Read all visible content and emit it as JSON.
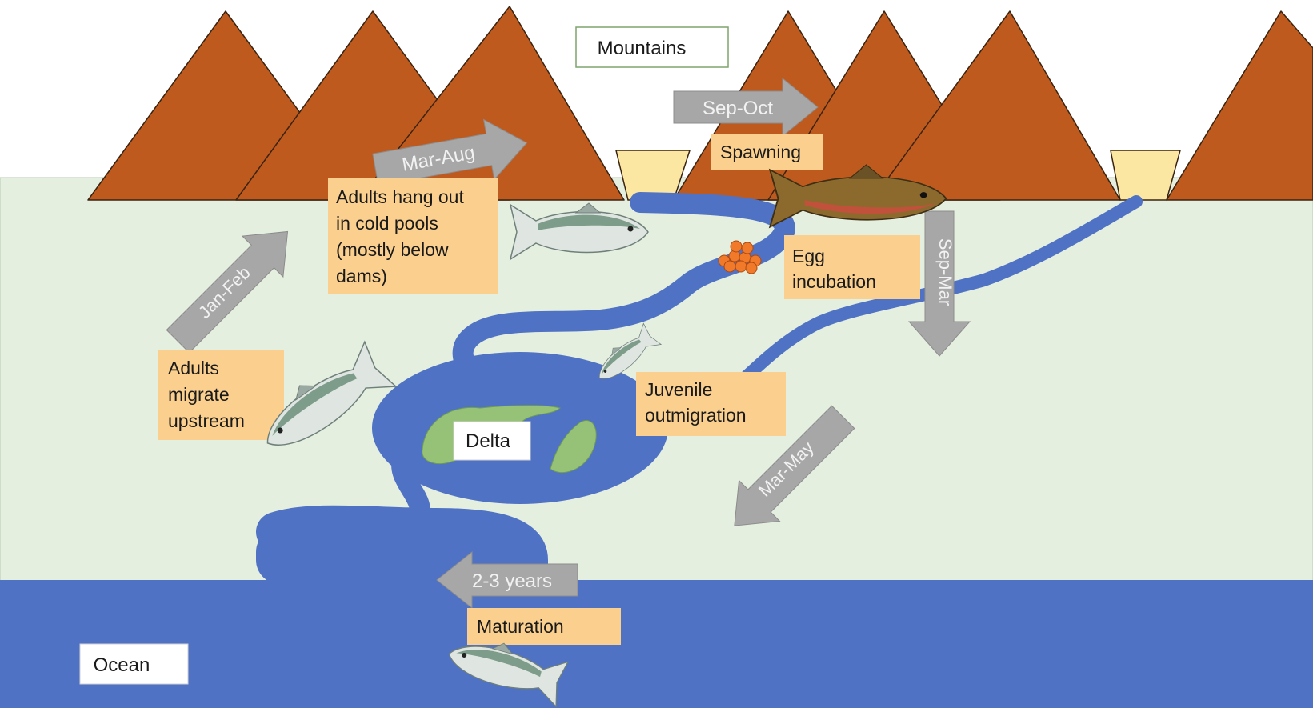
{
  "colors": {
    "mountain": "#bf5a1e",
    "mountain_edge": "#3a2310",
    "valley_pool": "#fbe6a2",
    "land": "#e4efdf",
    "river": "#4f72c4",
    "ocean": "#4f72c4",
    "delta_island": "#95c277",
    "label_box": "#fbd08e",
    "white_box": "#ffffff",
    "arrow": "#a7a7a7"
  },
  "labels": {
    "mountains": "Mountains",
    "delta": "Delta",
    "ocean": "Ocean"
  },
  "stages": {
    "spawning": "Spawning",
    "egg_line1": "Egg",
    "egg_line2": "incubation",
    "juvenile_line1": "Juvenile",
    "juvenile_line2": "outmigration",
    "maturation": "Maturation",
    "migrate_line1": "Adults",
    "migrate_line2": "migrate",
    "migrate_line3": "upstream",
    "pools_line1": "Adults hang out",
    "pools_line2": "in cold pools",
    "pools_line3": "(mostly below",
    "pools_line4": "dams)"
  },
  "arrows": {
    "sep_oct": "Sep-Oct",
    "mar_aug": "Mar-Aug",
    "jan_feb": "Jan-Feb",
    "sep_mar": "Sep-Mar",
    "mar_may": "Mar-May",
    "years": "2-3 years"
  },
  "icons": [
    "adult-salmon-icon",
    "spawning-trout-icon",
    "salmon-eggs-icon",
    "juvenile-fish-icon"
  ]
}
